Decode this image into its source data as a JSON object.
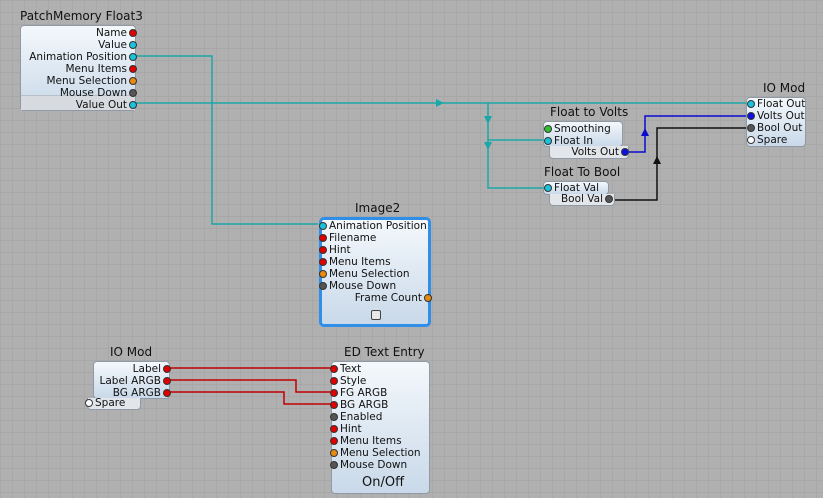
{
  "colors": {
    "string": "#e00000",
    "float": "#19c3dc",
    "argb": "#e88a10",
    "bool": "#555555",
    "trigger": "#ffffff",
    "green": "#30c030",
    "volts": "#1010e0",
    "wire_teal": "#1aa7a7",
    "wire_red": "#c00000",
    "wire_blue": "#0a0ad0",
    "wire_black": "#111111"
  },
  "patch_memory": {
    "title": "PatchMemory Float3",
    "outputs": [
      {
        "label": "Name",
        "type": "string"
      },
      {
        "label": "Value",
        "type": "float"
      },
      {
        "label": "Animation Position",
        "type": "float"
      },
      {
        "label": "Menu Items",
        "type": "string"
      },
      {
        "label": "Menu Selection",
        "type": "argb"
      },
      {
        "label": "Mouse Down",
        "type": "bool"
      },
      {
        "label": "Value Out",
        "type": "float"
      }
    ]
  },
  "float_to_volts": {
    "title": "Float to Volts",
    "inputs": [
      {
        "label": "Smoothing",
        "type": "green"
      },
      {
        "label": "Float In",
        "type": "float"
      }
    ],
    "output": {
      "label": "Volts Out",
      "type": "volts"
    }
  },
  "float_to_bool": {
    "title": "Float To Bool",
    "input": {
      "label": "Float Val",
      "type": "float"
    },
    "output": {
      "label": "Bool Val",
      "type": "bool"
    }
  },
  "io_mod_right": {
    "title": "IO Mod",
    "inputs": [
      {
        "label": "Float Out",
        "type": "float"
      },
      {
        "label": "Volts Out",
        "type": "volts"
      },
      {
        "label": "Bool Out",
        "type": "bool"
      },
      {
        "label": "Spare",
        "type": "trigger"
      }
    ]
  },
  "image2": {
    "title": "Image2",
    "inputs": [
      {
        "label": "Animation Position",
        "type": "float"
      },
      {
        "label": "Filename",
        "type": "string"
      },
      {
        "label": "Hint",
        "type": "string"
      },
      {
        "label": "Menu Items",
        "type": "string"
      },
      {
        "label": "Menu Selection",
        "type": "argb"
      },
      {
        "label": "Mouse Down",
        "type": "bool"
      }
    ],
    "output": {
      "label": "Frame Count",
      "type": "argb"
    }
  },
  "io_mod_left": {
    "title": "IO Mod",
    "outputs": [
      {
        "label": "Label",
        "type": "string"
      },
      {
        "label": "Label ARGB",
        "type": "string"
      },
      {
        "label": "BG ARGB",
        "type": "string"
      }
    ],
    "spare": {
      "label": "Spare",
      "type": "trigger"
    }
  },
  "ed_text_entry": {
    "title": "ED Text Entry",
    "inputs": [
      {
        "label": "Text",
        "type": "string"
      },
      {
        "label": "Style",
        "type": "string"
      },
      {
        "label": "FG ARGB",
        "type": "string"
      },
      {
        "label": "BG ARGB",
        "type": "string"
      },
      {
        "label": "Enabled",
        "type": "bool"
      },
      {
        "label": "Hint",
        "type": "string"
      },
      {
        "label": "Menu Items",
        "type": "string"
      },
      {
        "label": "Menu Selection",
        "type": "argb"
      },
      {
        "label": "Mouse Down",
        "type": "bool"
      }
    ],
    "display": "On/Off"
  }
}
